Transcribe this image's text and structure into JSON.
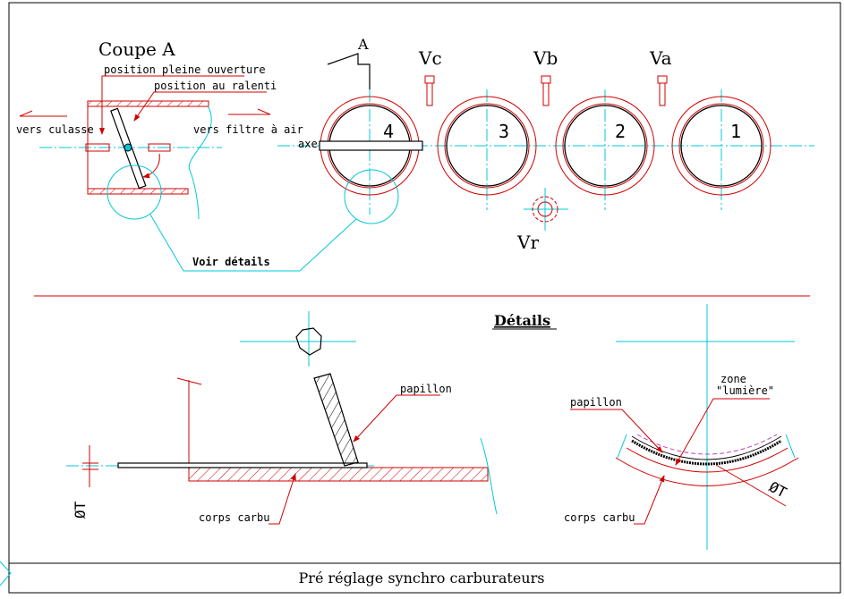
{
  "title_block": {
    "title": "Pré réglage synchro carburateurs"
  },
  "coupe": {
    "title": "Coupe A",
    "label_pleine": "position pleine ouverture",
    "label_ralenti": "position au ralenti",
    "label_culasse": "vers culasse",
    "label_filtre": "vers filtre à air",
    "voir_details": "Voir détails"
  },
  "carbs": {
    "section_letter": "A",
    "axe": "axe",
    "numbers": [
      "4",
      "3",
      "2",
      "1"
    ],
    "screws": [
      "Vc",
      "Vb",
      "Va"
    ],
    "vr": "Vr"
  },
  "details": {
    "title": "Détails",
    "papillon_left": "papillon",
    "corps_left": "corps carbu",
    "phi_left": "ØT",
    "papillon_right": "papillon",
    "zone": "zone",
    "lumiere": "\"lumière\"",
    "corps_right": "corps carbu",
    "phi_right": "ØT"
  },
  "colors": {
    "outline": "#d00000",
    "centerline": "#00c8d8",
    "ink": "#000000",
    "dashed": "#c040c0"
  }
}
